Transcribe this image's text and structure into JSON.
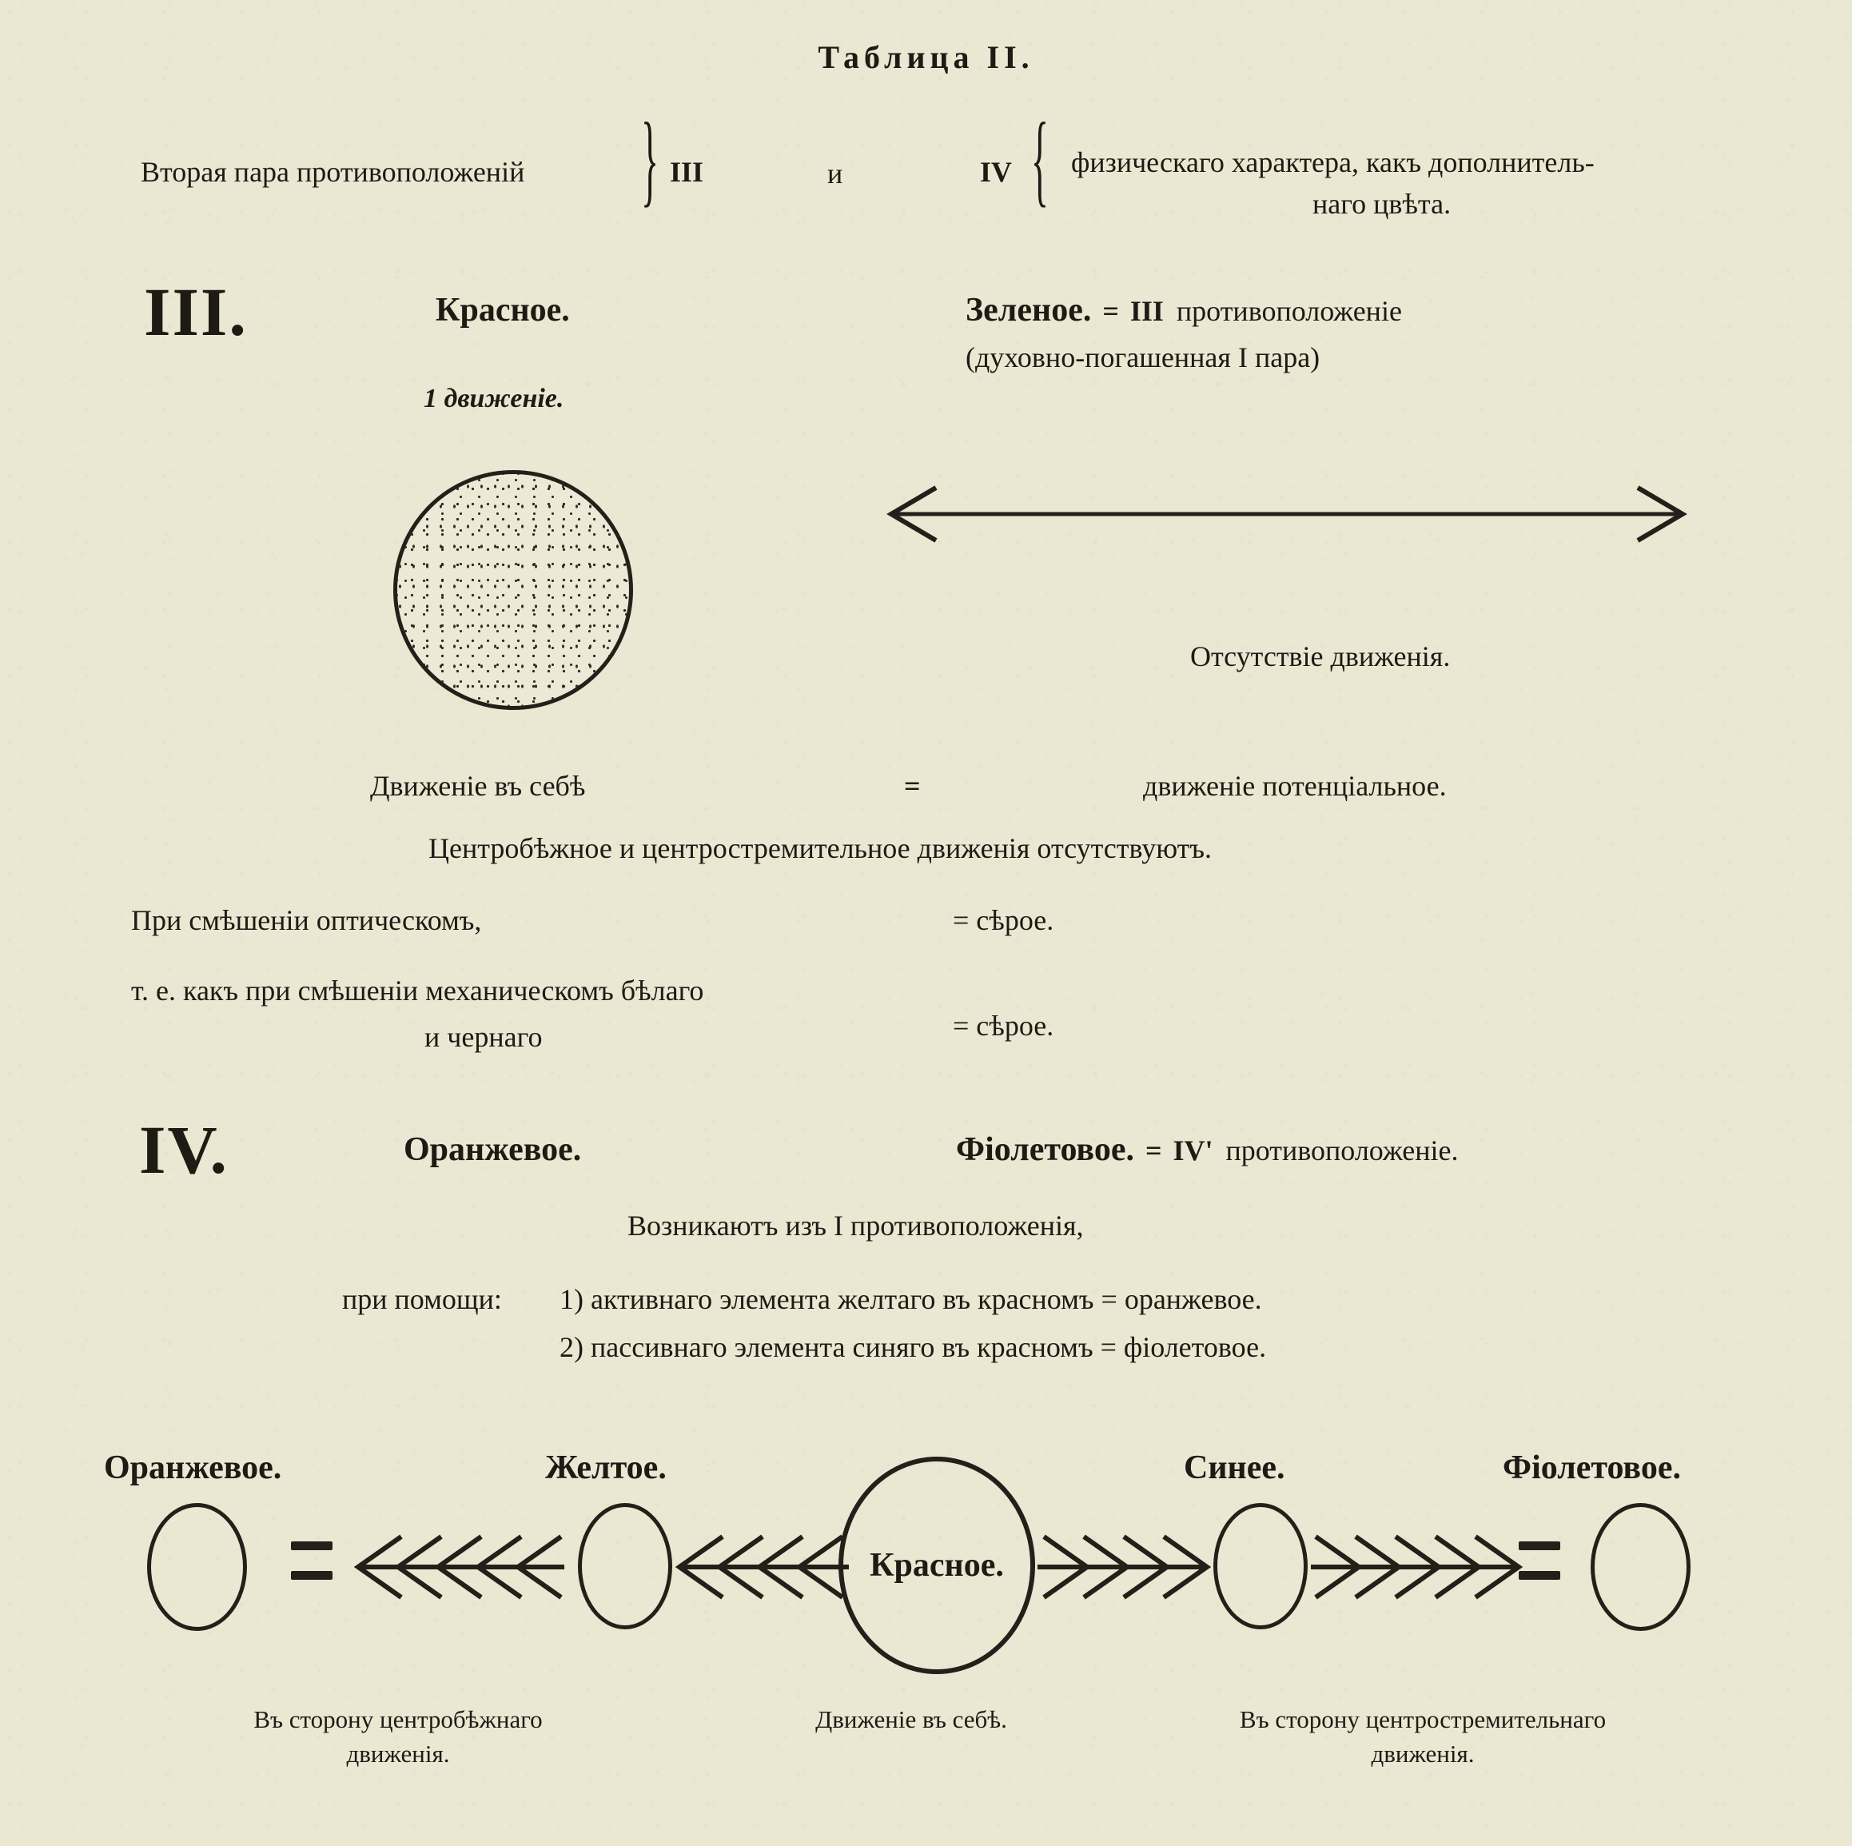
{
  "page": {
    "title": "Таблица II.",
    "paper_color": "#eae7d3",
    "ink_color": "#1e1a14"
  },
  "header": {
    "lead": "Вторая пара противоположеній",
    "roman_left": "III",
    "conjunction": "и",
    "roman_right": "IV",
    "brace_open": "{",
    "brace_close": "}",
    "desc_line1": "физическаго характера, какъ дополнитель-",
    "desc_line2": "наго цвѣта."
  },
  "section_iii": {
    "numeral": "III.",
    "left_color": "Красное.",
    "right_color": "Зеленое.",
    "right_equals": "=",
    "right_roman": "III",
    "right_tail": "противоположеніе",
    "right_line2": "(духовно-погашенная I пара)",
    "movement_label": "1 движеніе.",
    "no_movement": "Отсутствіе движенія.",
    "eq_left": "Движеніе въ себѣ",
    "eq_sign": "=",
    "eq_right": "движеніе потенціальное.",
    "centrifugal_note": "Центробѣжное и центростремительное движенія отсутствуютъ.",
    "mix_optical": "При смѣшеніи оптическомъ,",
    "mix_optical_result": "= сѣрое.",
    "mix_mechanical_l1": "т. е. какъ при смѣшеніи механическомъ бѣлаго",
    "mix_mechanical_l2": "и чернаго",
    "mix_mechanical_result": "= сѣрое."
  },
  "section_iv": {
    "numeral": "IV.",
    "left_color": "Оранжевое.",
    "right_color": "Фіолетовое.",
    "right_equals": "=",
    "right_roman": "IV'",
    "right_tail": "противоположеніе.",
    "origin_line": "Возникаютъ изъ I противоположенія,",
    "means_label": "при помощи:",
    "means": [
      "1) активнаго элемента желтаго въ красномъ = оранжевое.",
      "2) пассивнаго элемента синяго въ красномъ = фіолетовое."
    ]
  },
  "diagram": {
    "nodes": [
      {
        "label": "Оранжевое.",
        "kind": "small-circle"
      },
      {
        "label": "Желтое.",
        "kind": "small-circle"
      },
      {
        "label": "Красное.",
        "kind": "big-circle-labeled"
      },
      {
        "label": "Синее.",
        "kind": "small-circle"
      },
      {
        "label": "Фіолетовое.",
        "kind": "small-circle"
      }
    ],
    "connectors": [
      {
        "type": "equals"
      },
      {
        "type": "feathered-arrow",
        "direction": "left"
      },
      {
        "type": "feathered-arrow",
        "direction": "left"
      },
      {
        "type": "feathered-arrow",
        "direction": "right"
      },
      {
        "type": "feathered-arrow",
        "direction": "right"
      },
      {
        "type": "equals"
      }
    ],
    "captions": [
      {
        "line1": "Въ сторону центробѣжнаго",
        "line2": "движенія."
      },
      {
        "line1": "Движеніе въ себѣ.",
        "line2": ""
      },
      {
        "line1": "Въ сторону центростремительнаго",
        "line2": "движенія."
      }
    ]
  }
}
